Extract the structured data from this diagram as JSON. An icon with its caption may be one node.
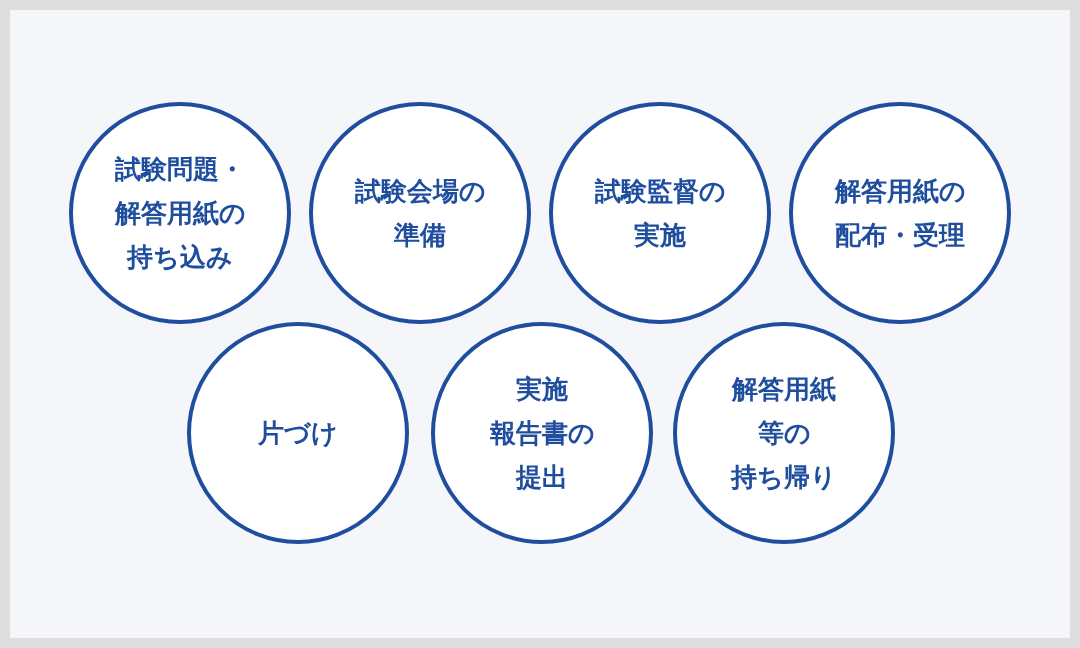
{
  "diagram": {
    "nodes": [
      {
        "text": [
          "試験問題・解答用紙の持ち込み"
        ]
      },
      {
        "text": [
          "試験会場の準備"
        ]
      },
      {
        "text": [
          "試験監督の実施"
        ]
      },
      {
        "text": [
          "解答用紙の配布・受理"
        ]
      },
      {
        "text": [
          "片づけ"
        ]
      },
      {
        "text": [
          "実施報告書の提出"
        ]
      },
      {
        "text": [
          "解答用紙等の持ち帰り"
        ]
      }
    ],
    "edges": []
  }
}
